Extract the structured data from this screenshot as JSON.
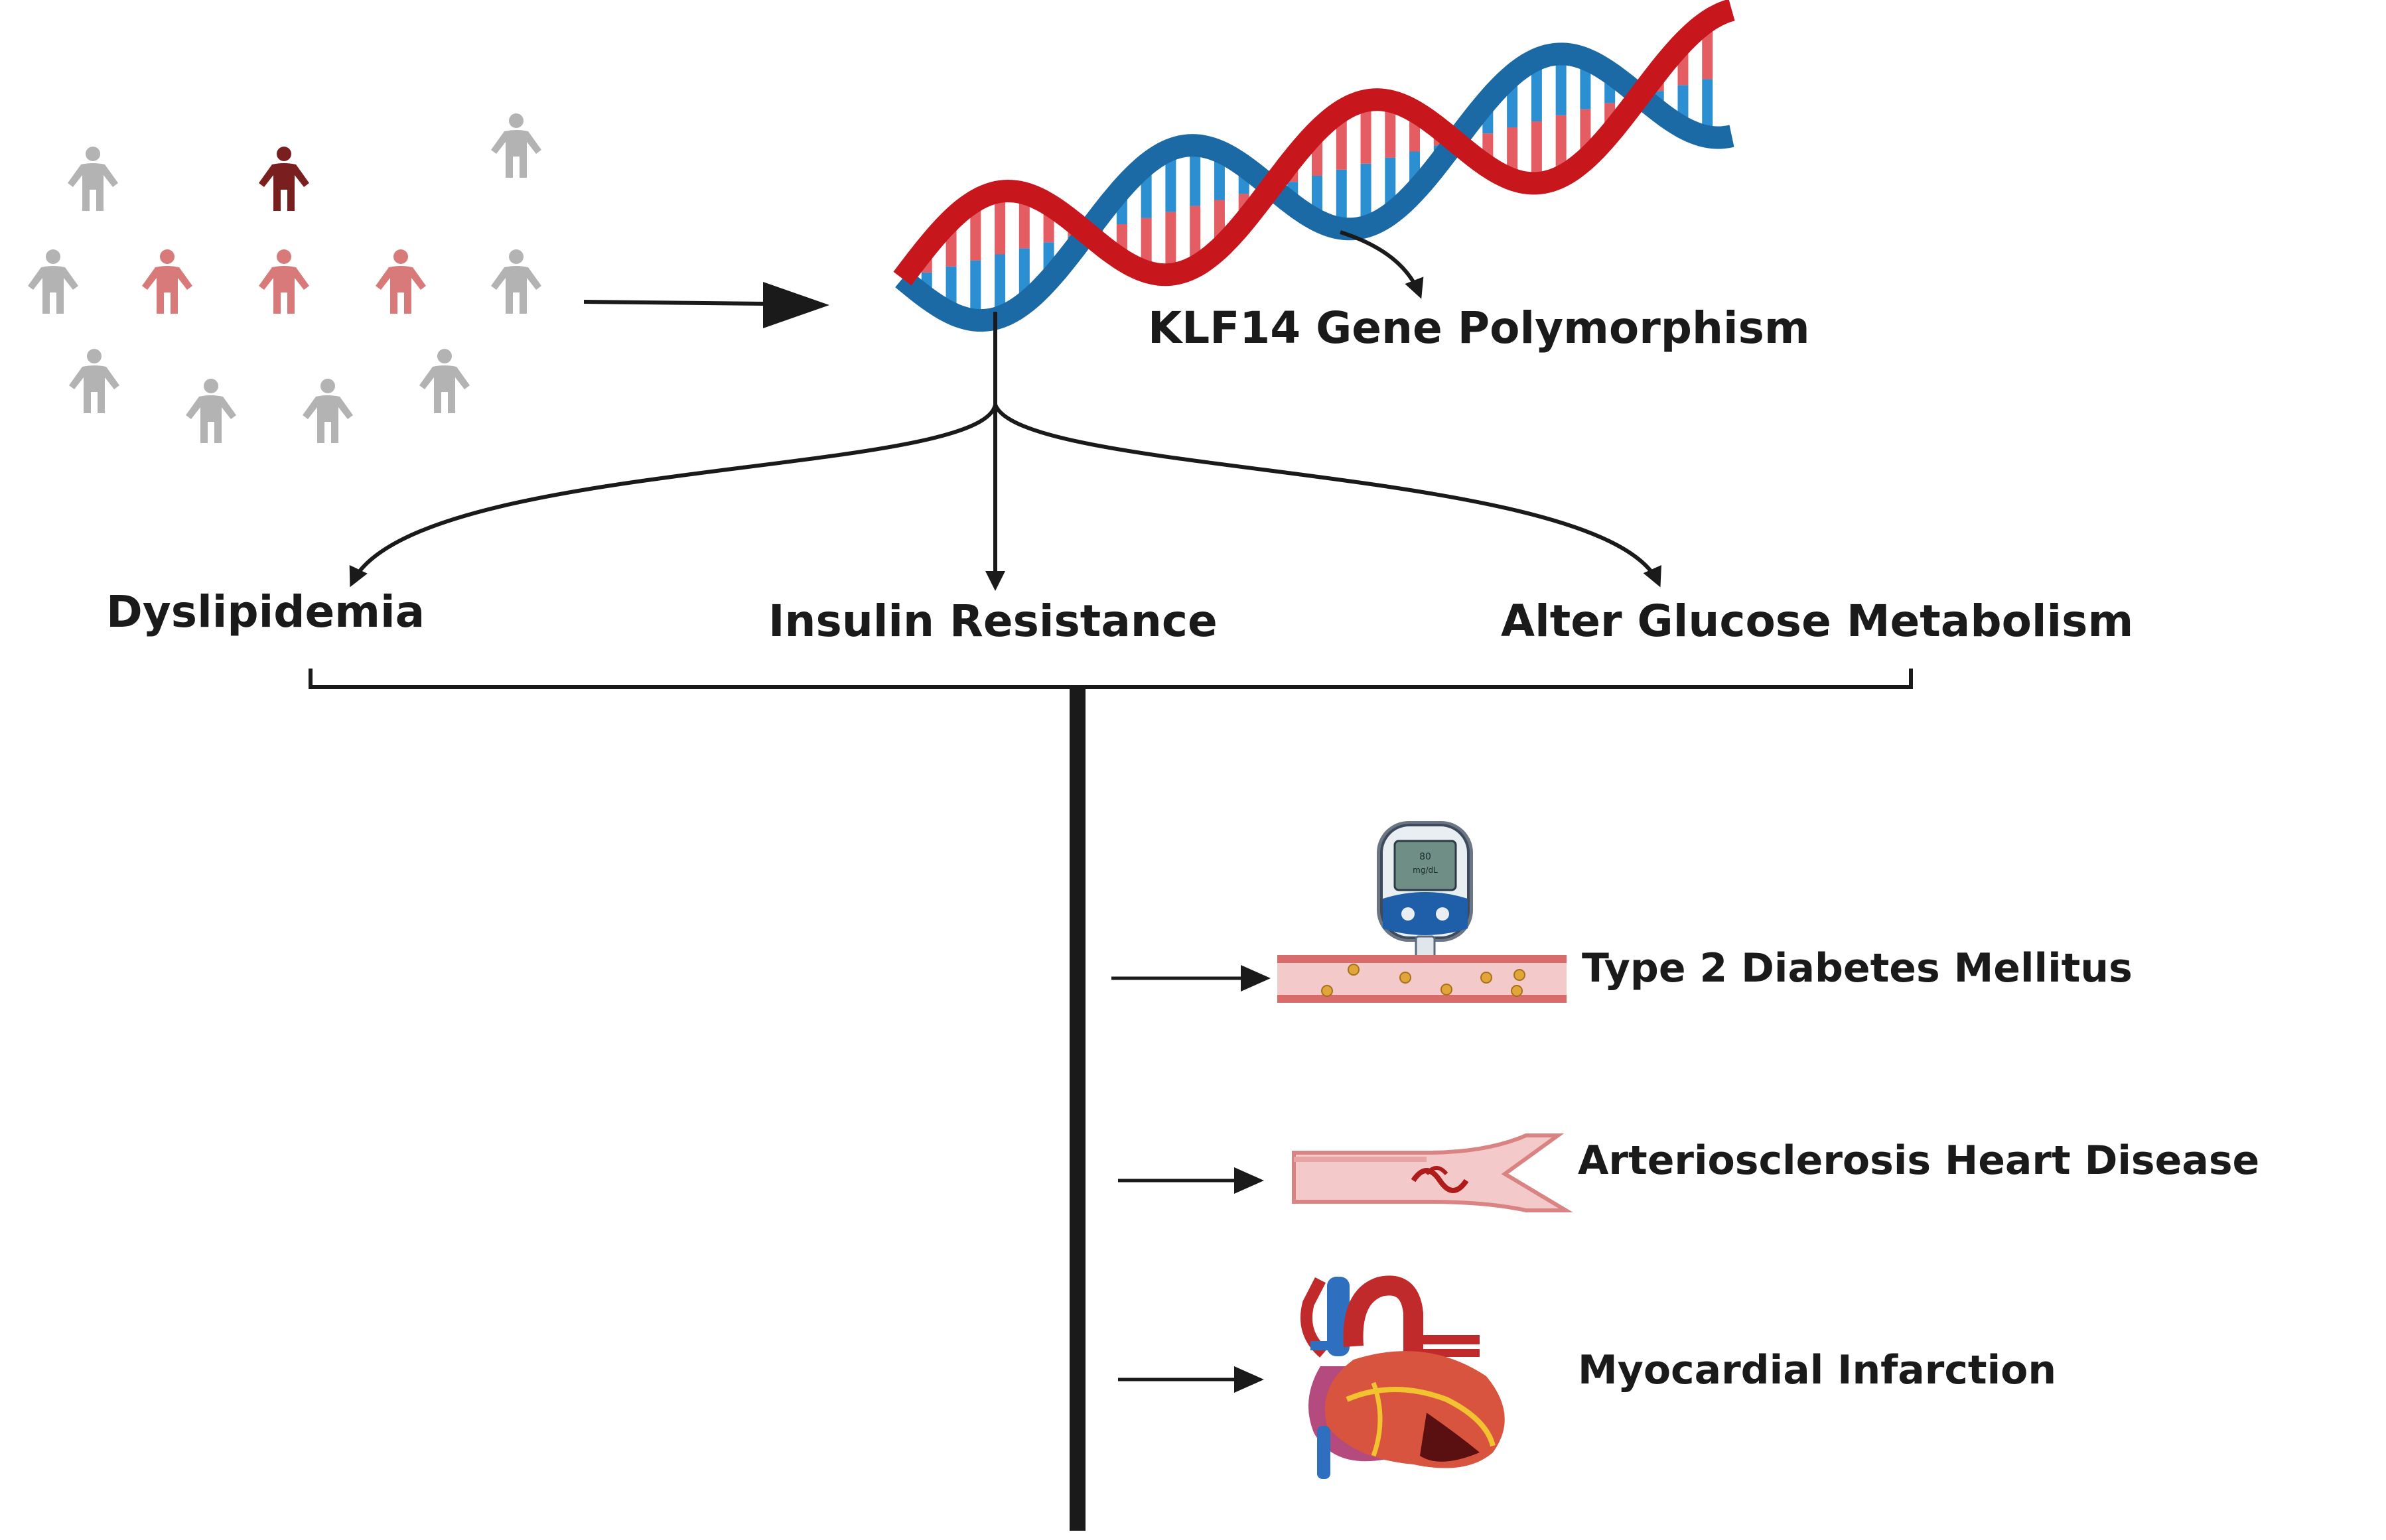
{
  "labels": {
    "gene": "KLF14 Gene Polymorphism",
    "dyslipidemia": "Dyslipidemia",
    "insulin": "Insulin Resistance",
    "glucose": "Alter Glucose Metabolism",
    "t2d": "Type 2 Diabetes Mellitus",
    "ahd": "Arteriosclerosis Heart Disease",
    "mi": "Myocardial Infarction"
  },
  "glucometer": {
    "line1": "80",
    "line2": "mg/dL"
  },
  "colors": {
    "line": "#1a1a1a",
    "dna_red": "#c8161d",
    "dna_blue": "#1b6aa5",
    "person_gray": "#b3b3b3",
    "person_pink": "#d97a7a",
    "person_dark": "#7a1f1f"
  },
  "icons": {
    "population": "people-icon",
    "dna": "dna-helix-icon",
    "glucometer": "glucometer-icon",
    "vessel": "blood-vessel-icon",
    "artery": "narrowed-artery-icon",
    "heart": "heart-icon"
  }
}
